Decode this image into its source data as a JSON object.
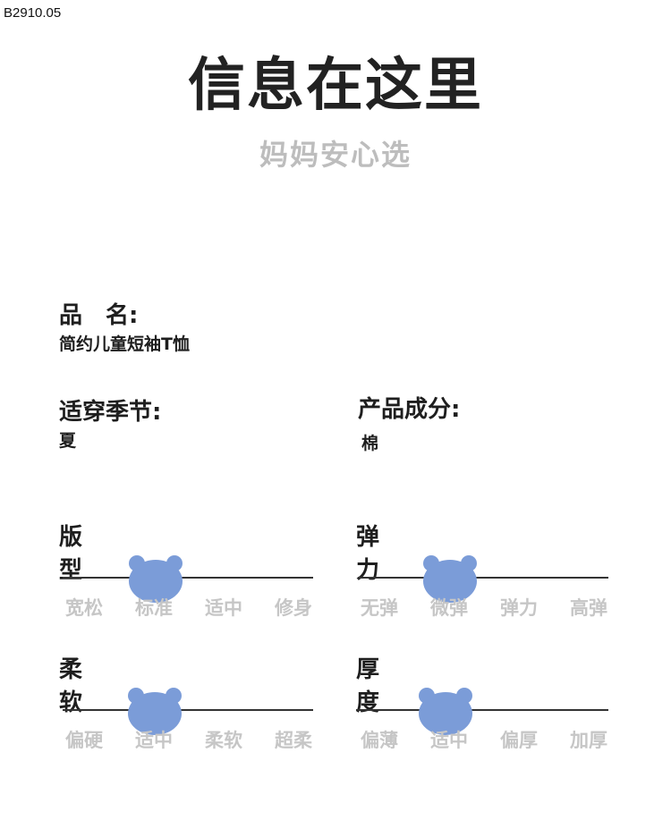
{
  "code": "B2910.05",
  "title": "信息在这里",
  "subtitle": "妈妈安心选",
  "info": {
    "name_label": "品　名:",
    "name_value": "简约儿童短袖T恤",
    "season_label": "适穿季节:",
    "season_value": "夏",
    "material_label": "产品成分:",
    "material_value": "棉"
  },
  "colors": {
    "bear": "#7b9cd8",
    "track": "#333333",
    "option_text": "#c6c6c6"
  },
  "scales": [
    {
      "title": "版型",
      "options": [
        "宽松",
        "标准",
        "适中",
        "修身"
      ],
      "selected_index": 1
    },
    {
      "title": "弹力",
      "options": [
        "无弹",
        "微弹",
        "弹力",
        "高弹"
      ],
      "selected_index": 1
    },
    {
      "title": "柔软",
      "options": [
        "偏硬",
        "适中",
        "柔软",
        "超柔"
      ],
      "selected_index": 1
    },
    {
      "title": "厚度",
      "options": [
        "偏薄",
        "适中",
        "偏厚",
        "加厚"
      ],
      "selected_index": 1
    }
  ]
}
